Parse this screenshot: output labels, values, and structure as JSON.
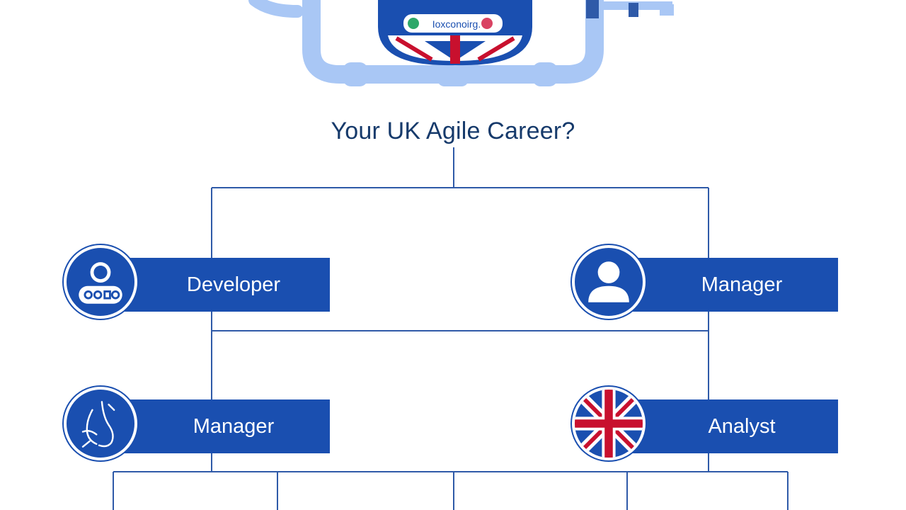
{
  "diagram": {
    "title": "Your UK Agile Career?",
    "badge_text": "Ioxconoirg.",
    "roles": [
      {
        "label": "Developer",
        "icon": "developer-avatar-icon"
      },
      {
        "label": "Manager",
        "icon": "person-icon"
      },
      {
        "label": "Manager",
        "icon": "manager-sketch-icon"
      },
      {
        "label": "Analyst",
        "icon": "uk-flag-icon"
      }
    ],
    "colors": {
      "primary": "#1a4fb0",
      "title": "#163a6b",
      "line": "#2f5aa8",
      "flag_red": "#c8102e",
      "light_blue": "#a9c7f5"
    }
  }
}
